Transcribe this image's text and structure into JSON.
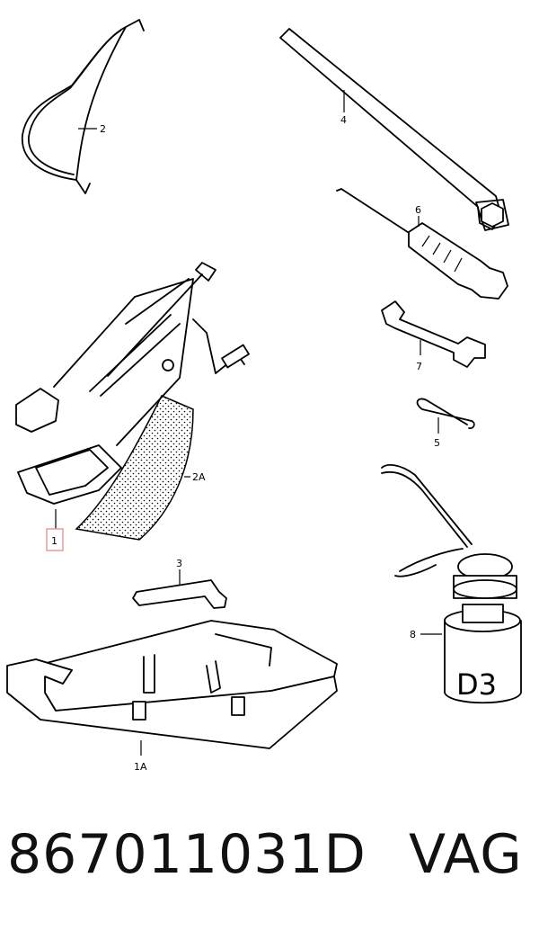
{
  "callouts": {
    "c1": "1",
    "c1A": "1A",
    "c2": "2",
    "c2A": "2A",
    "c3": "3",
    "c4": "4",
    "c5": "5",
    "c6": "6",
    "c7": "7",
    "c8": "8"
  },
  "oil_can_marking": "D3",
  "footer": {
    "part_number": "867011031D",
    "brand": "VAG"
  },
  "colors": {
    "highlight_box": "#e89a9a",
    "ink": "#000000"
  }
}
